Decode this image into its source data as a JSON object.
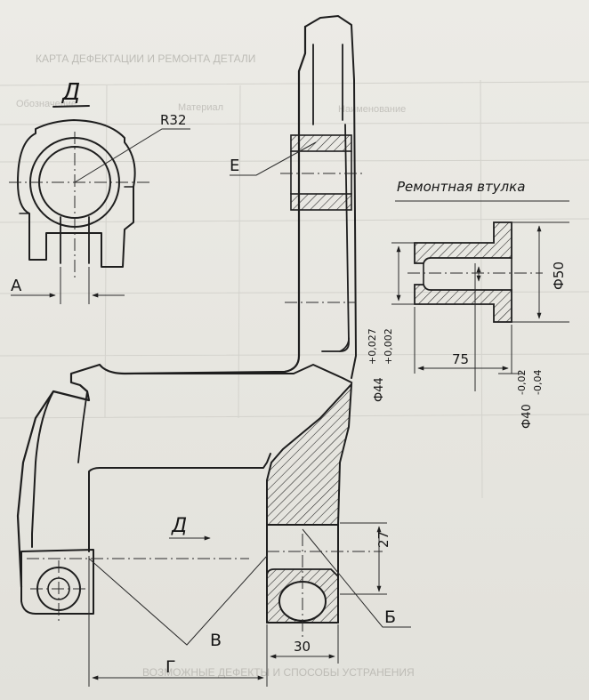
{
  "drawing": {
    "view_label": "Д",
    "radius_label": "R32",
    "label_E": "Е",
    "label_A": "А",
    "label_D_arrow": "Д",
    "label_B_cyr": "Б",
    "label_V": "В",
    "label_G": "Г",
    "dim_27": "27",
    "dim_30": "30"
  },
  "repair_bushing": {
    "title": "Ремонтная втулка",
    "dim_length": "75",
    "dim_flange_dia": "Ф50",
    "dim_outer_dia": "Ф44",
    "dim_outer_tol_upper": "+0,027",
    "dim_outer_tol_lower": "+0,002",
    "dim_inner_dia": "Ф40",
    "dim_inner_tol_upper": "-0,02",
    "dim_inner_tol_lower": "-0,04"
  },
  "background_print": {
    "heading_1": "КАРТА ДЕФЕКТАЦИИ И РЕМОНТА ДЕТАЛИ",
    "col_1": "Обозначение",
    "col_2": "Материал",
    "col_3": "Наименование",
    "bottom_line": "ВОЗМОЖНЫЕ ДЕФЕКТЫ И СПОСОБЫ УСТРАНЕНИЯ"
  },
  "colors": {
    "ink": "#1e1e1e",
    "paper": "#e9e8e3",
    "bleed": "#c3c2bc"
  }
}
